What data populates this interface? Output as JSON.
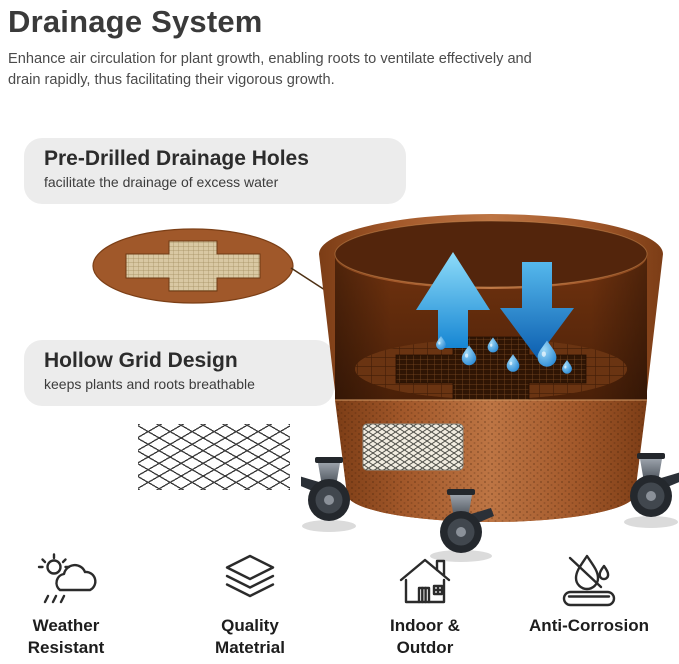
{
  "header": {
    "title": "Drainage System",
    "subtitle": "Enhance air circulation for plant growth, enabling roots to ventilate effectively and drain rapidly, thus facilitating their vigorous growth."
  },
  "callouts": [
    {
      "title": "Pre-Drilled Drainage Holes",
      "description": "facilitate the drainage of excess water"
    },
    {
      "title": "Hollow Grid Design",
      "description": "keeps plants and roots breathable"
    }
  ],
  "features": [
    {
      "icon": "weather-icon",
      "label": "Weather\nResistant"
    },
    {
      "icon": "layers-icon",
      "label": "Quality\nMatetrial"
    },
    {
      "icon": "house-icon",
      "label": "Indoor &\nOutdor"
    },
    {
      "icon": "anti-corrosion-icon",
      "label": "Anti-Corrosion"
    }
  ],
  "colors": {
    "callout_bg": "#ececec",
    "heading_text": "#3a3a3a",
    "body_text": "#4b4b4b",
    "pot_body": "#a2582a",
    "pot_interior": "#4a2008",
    "arrow_up": "#1686d3",
    "arrow_down": "#0d5fb0",
    "water_droplet": "#1b7fd0"
  }
}
